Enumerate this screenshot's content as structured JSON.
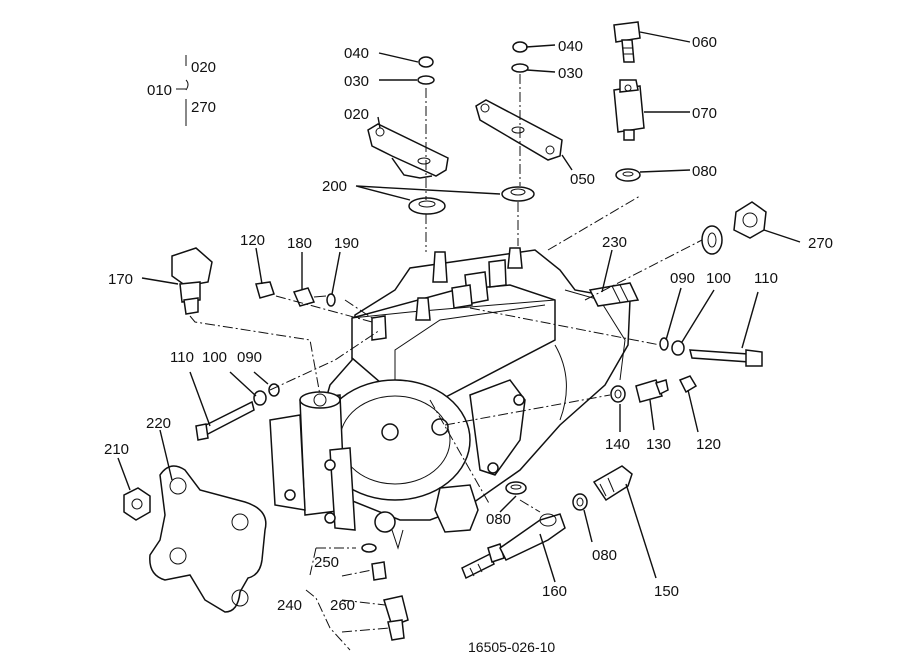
{
  "diagram": {
    "caption": "16505-026-10",
    "range_label": {
      "main": "010",
      "top": "020",
      "bottom": "270"
    },
    "callouts": [
      {
        "id": "040a",
        "text": "040"
      },
      {
        "id": "040b",
        "text": "040"
      },
      {
        "id": "030a",
        "text": "030"
      },
      {
        "id": "030b",
        "text": "030"
      },
      {
        "id": "020",
        "text": "020"
      },
      {
        "id": "050",
        "text": "050"
      },
      {
        "id": "060",
        "text": "060"
      },
      {
        "id": "070",
        "text": "070"
      },
      {
        "id": "080a",
        "text": "080"
      },
      {
        "id": "080b",
        "text": "080"
      },
      {
        "id": "080c",
        "text": "080"
      },
      {
        "id": "200",
        "text": "200"
      },
      {
        "id": "120a",
        "text": "120"
      },
      {
        "id": "120b",
        "text": "120"
      },
      {
        "id": "180",
        "text": "180"
      },
      {
        "id": "190",
        "text": "190"
      },
      {
        "id": "170",
        "text": "170"
      },
      {
        "id": "230",
        "text": "230"
      },
      {
        "id": "270",
        "text": "270"
      },
      {
        "id": "090a",
        "text": "090"
      },
      {
        "id": "090b",
        "text": "090"
      },
      {
        "id": "100a",
        "text": "100"
      },
      {
        "id": "100b",
        "text": "100"
      },
      {
        "id": "110a",
        "text": "110"
      },
      {
        "id": "110b",
        "text": "110"
      },
      {
        "id": "140",
        "text": "140"
      },
      {
        "id": "130",
        "text": "130"
      },
      {
        "id": "220",
        "text": "220"
      },
      {
        "id": "210",
        "text": "210"
      },
      {
        "id": "250",
        "text": "250"
      },
      {
        "id": "260",
        "text": "260"
      },
      {
        "id": "240",
        "text": "240"
      },
      {
        "id": "160",
        "text": "160"
      },
      {
        "id": "150",
        "text": "150"
      }
    ]
  }
}
